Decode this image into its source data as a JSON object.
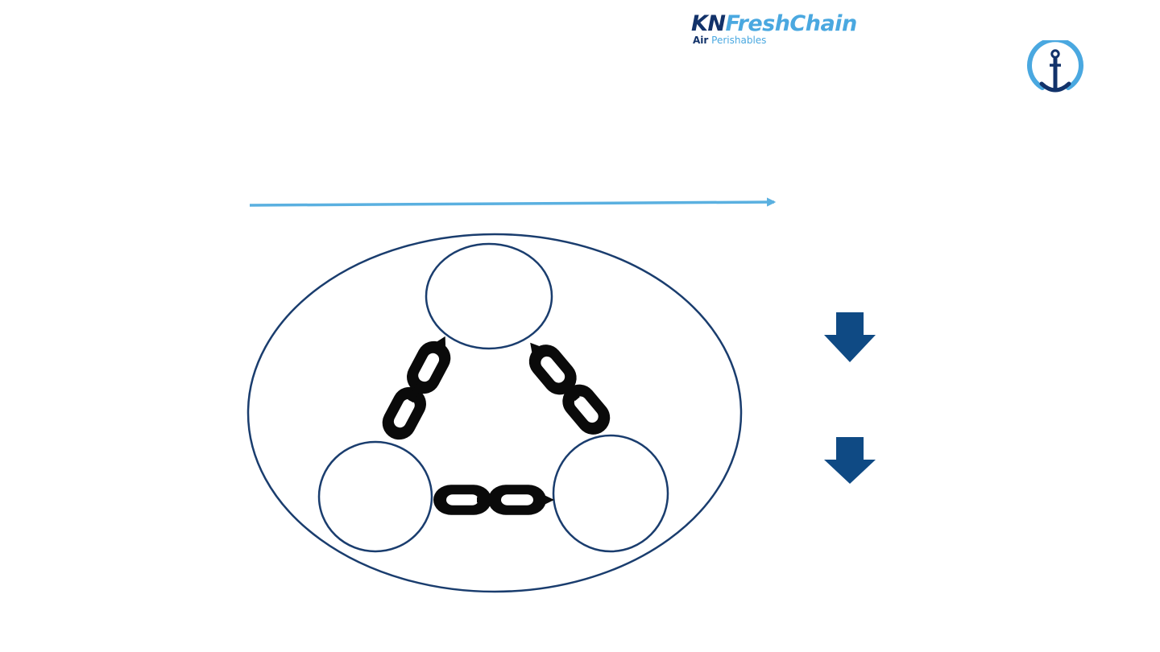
{
  "logo": {
    "prefix": "KN",
    "name": "FreshChain",
    "sub_air": "Air",
    "sub_rest": "Perishables",
    "colors": {
      "navy": "#12326a",
      "sky": "#4aa8e0"
    }
  },
  "badge": {
    "icon": "anchor-icon",
    "ring_color": "#4aa8e0",
    "anchor_color": "#12326a"
  },
  "timeline_arrow": {
    "color": "#5ab0e0",
    "direction": "right"
  },
  "cycle_diagram": {
    "outline_color": "#1a3d6e",
    "nodes": [
      "top",
      "bottom-left",
      "bottom-right"
    ],
    "connectors": [
      {
        "from": "bottom-left",
        "to": "top",
        "icon": "chain-link-icon"
      },
      {
        "from": "bottom-right",
        "to": "top",
        "icon": "chain-link-icon"
      },
      {
        "from": "bottom-left",
        "to": "bottom-right",
        "icon": "chain-link-icon"
      }
    ]
  },
  "down_arrows": {
    "count": 2,
    "color": "#0f4a84",
    "icon": "arrow-down-icon"
  }
}
